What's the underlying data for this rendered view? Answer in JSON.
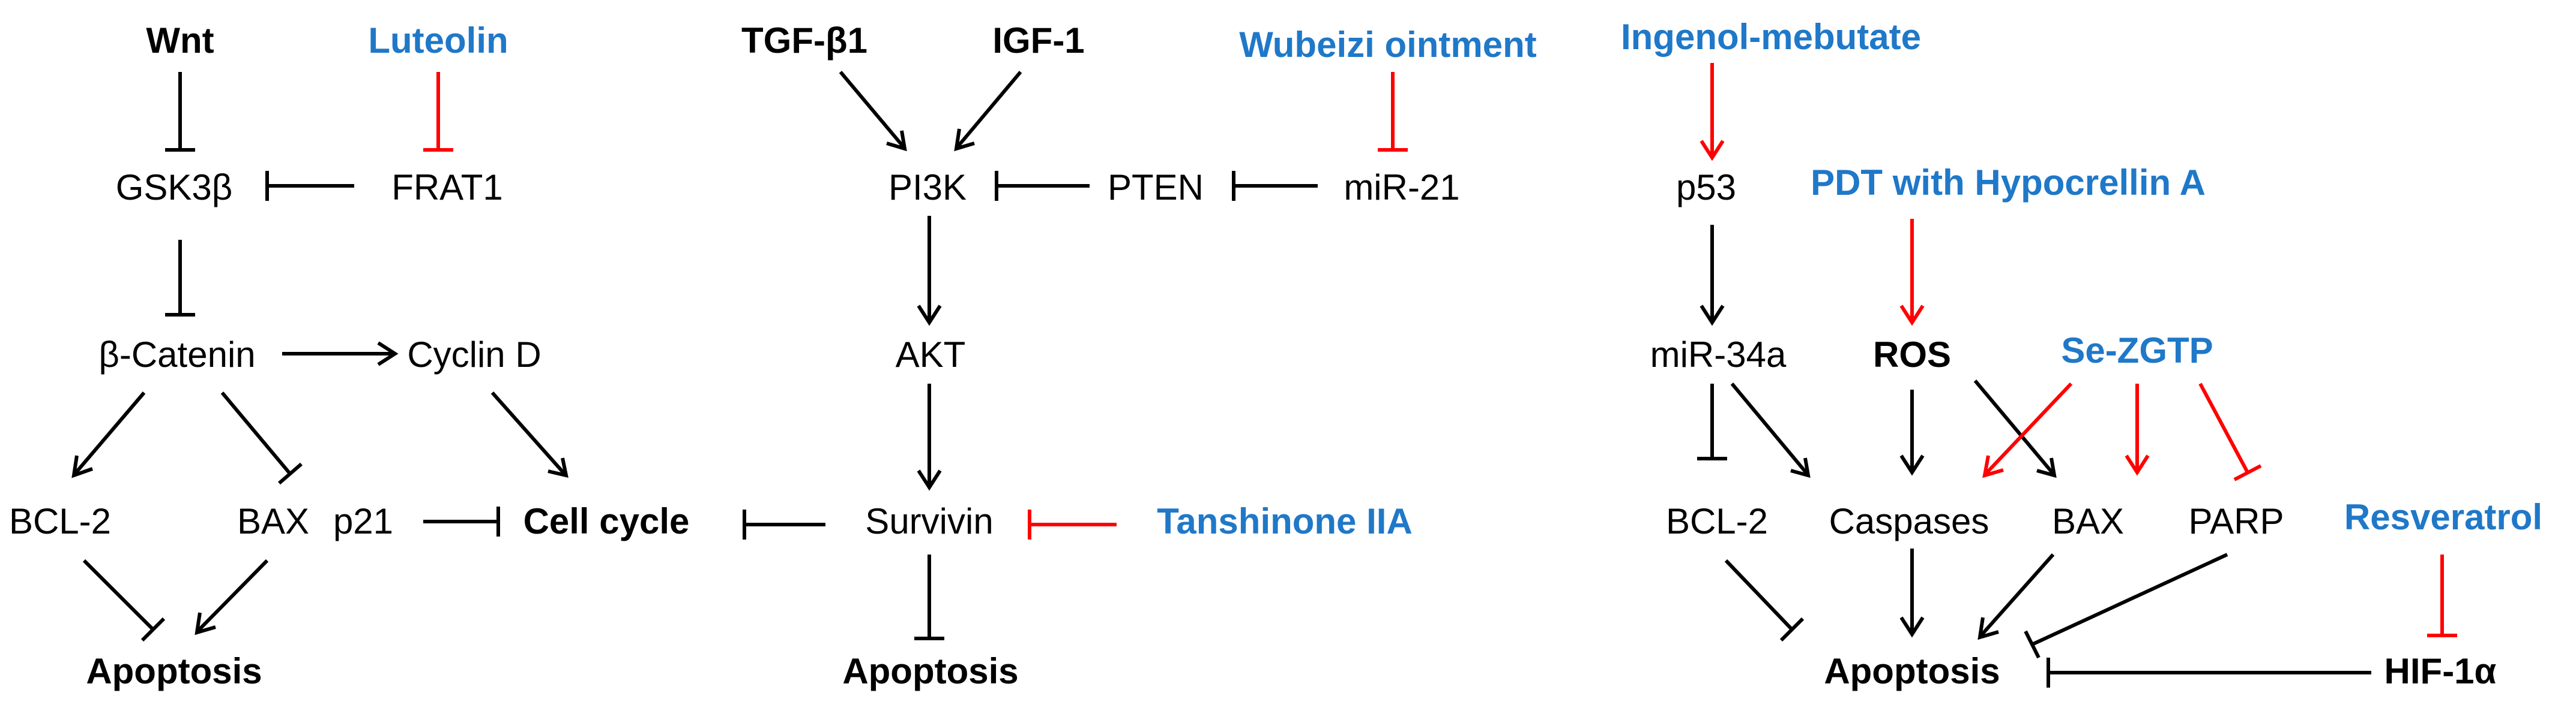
{
  "colors": {
    "black": "#000000",
    "drug": "#1f78c8",
    "inhibit_red": "#ff0000"
  },
  "panel1": {
    "wnt": "Wnt",
    "luteolin": "Luteolin",
    "gsk3b": "GSK3β",
    "frat1": "FRAT1",
    "b_catenin": "β-Catenin",
    "cyclin_d": "Cyclin D",
    "bcl2": "BCL-2",
    "bax": "BAX",
    "p21": "p21",
    "cell_cycle": "Cell cycle",
    "apoptosis": "Apoptosis"
  },
  "panel2": {
    "tgfb1": "TGF-β1",
    "igf1": "IGF-1",
    "wubeizi": "Wubeizi ointment",
    "pi3k": "PI3K",
    "pten": "PTEN",
    "mir21": "miR-21",
    "akt": "AKT",
    "survivin": "Survivin",
    "tanshinone": "Tanshinone IIA",
    "apoptosis": "Apoptosis"
  },
  "panel3": {
    "ingenol": "Ingenol-mebutate",
    "p53": "p53",
    "pdt": "PDT with Hypocrellin A",
    "mir34a": "miR-34a",
    "ros": "ROS",
    "se_zgtp": "Se-ZGTP",
    "bcl2": "BCL-2",
    "caspases": "Caspases",
    "bax": "BAX",
    "parp": "PARP",
    "resveratrol": "Resveratrol",
    "apoptosis": "Apoptosis",
    "hif1a": "HIF-1α"
  }
}
